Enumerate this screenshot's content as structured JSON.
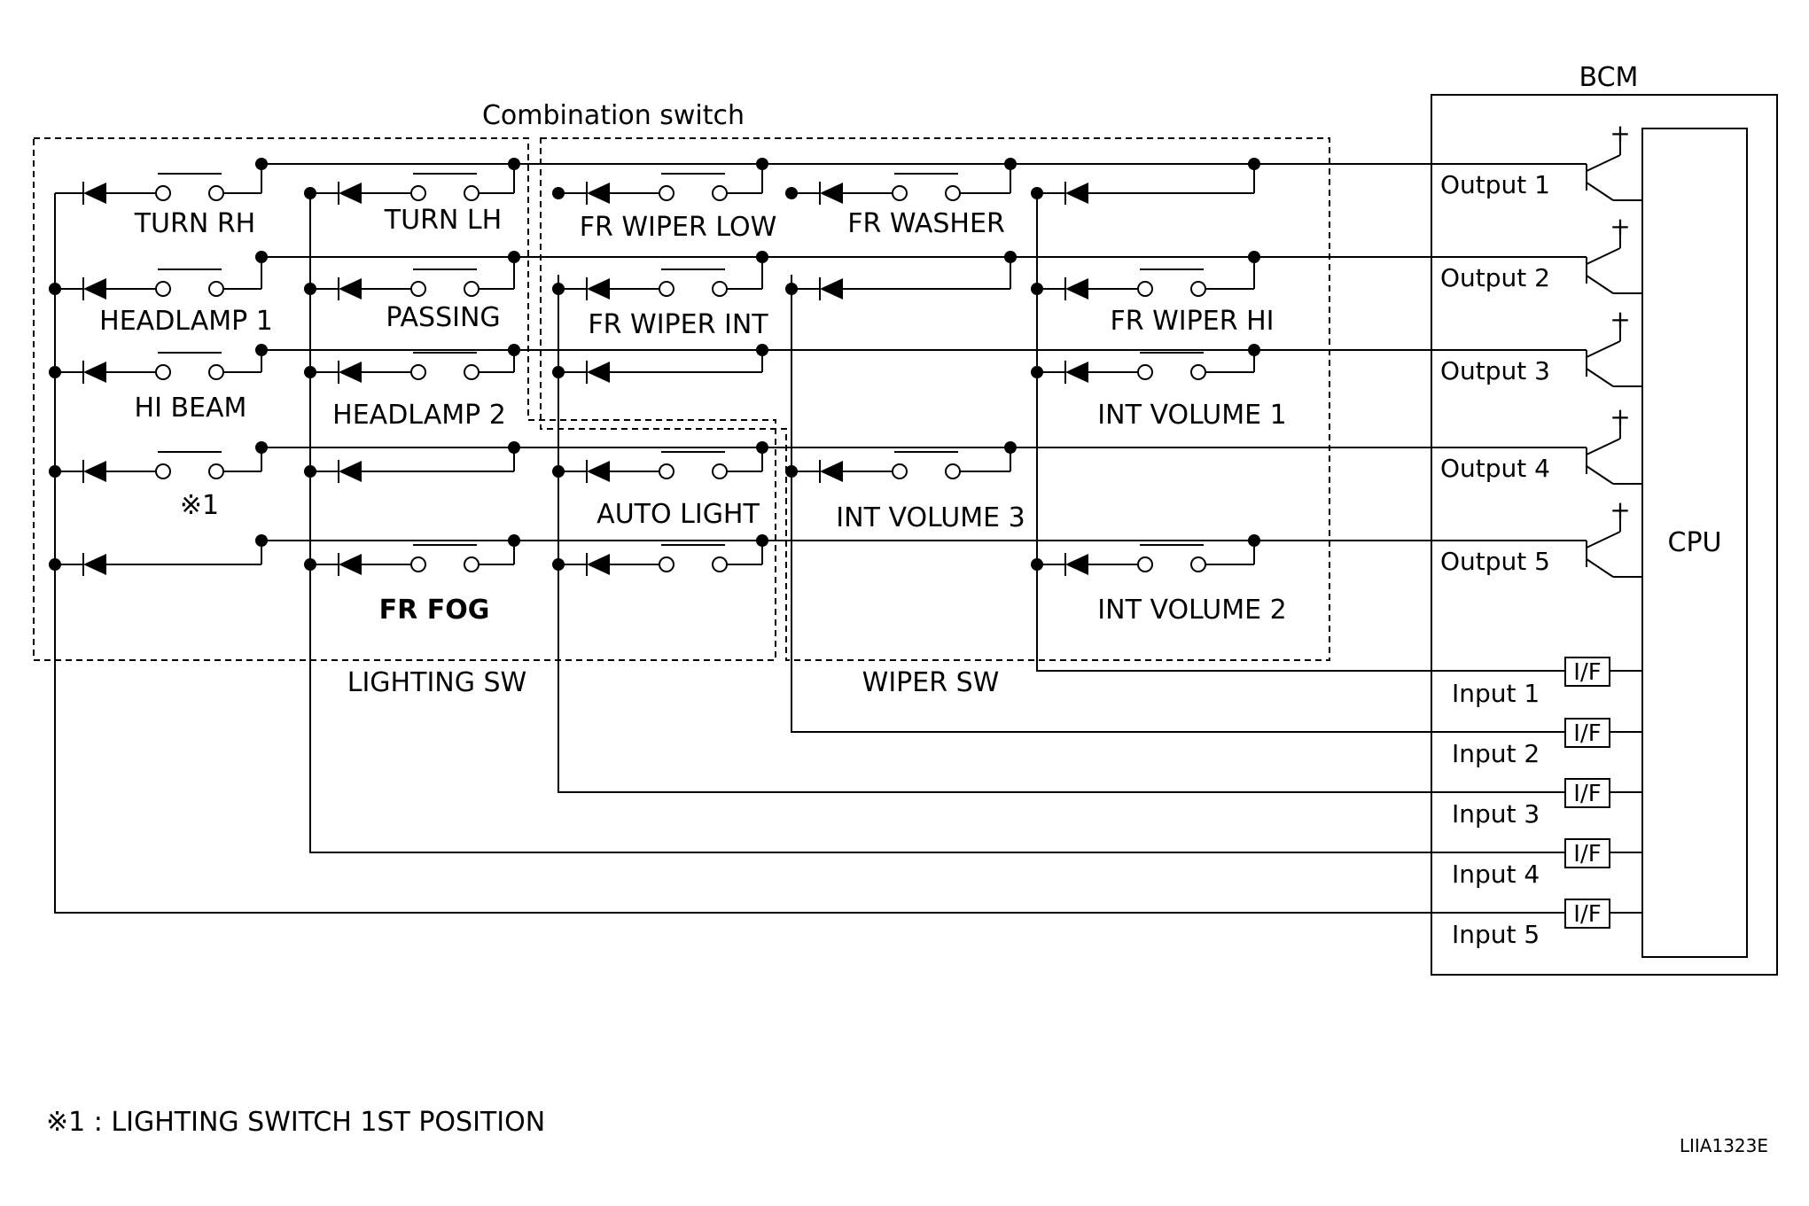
{
  "title": "BCM",
  "combination_switch": "Combination switch",
  "lighting_sw": "LIGHTING SW",
  "wiper_sw": "WIPER SW",
  "cpu": "CPU",
  "switches": {
    "turn_rh": "TURN RH",
    "turn_lh": "TURN LH",
    "fr_wiper_low": "FR WIPER LOW",
    "fr_washer": "FR WASHER",
    "headlamp_1": "HEADLAMP 1",
    "passing": "PASSING",
    "fr_wiper_int": "FR WIPER INT",
    "fr_wiper_hi": "FR WIPER HI",
    "hi_beam": "HI BEAM",
    "headlamp_2": "HEADLAMP 2",
    "int_volume_1": "INT VOLUME 1",
    "note_mark": "※1",
    "auto_light": "AUTO LIGHT",
    "int_volume_3": "INT VOLUME 3",
    "fr_fog": "FR FOG",
    "int_volume_2": "INT VOLUME 2"
  },
  "outputs": [
    "Output 1",
    "Output 2",
    "Output 3",
    "Output 4",
    "Output 5"
  ],
  "plus": "+",
  "inputs": [
    "Input 1",
    "Input 2",
    "Input 3",
    "Input 4",
    "Input 5"
  ],
  "interface": "I/F",
  "footnote": "※1 : LIGHTING SWITCH 1ST POSITION",
  "code": "LIIA1323E"
}
